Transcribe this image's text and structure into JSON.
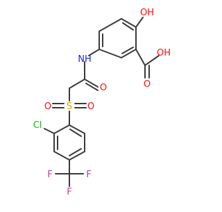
{
  "molecule": {
    "atom_labels": {
      "hydroxyl_top": "OH",
      "acid_oh": "OH",
      "acid_o": "O",
      "amide_nh": "NH",
      "amide_o": "O",
      "sulfonyl_s": "S",
      "sulfonyl_o_left": "O",
      "sulfonyl_o_right": "O",
      "chlorine": "Cl",
      "fluorine_left": "F",
      "fluorine_right": "F",
      "fluorine_bottom": "F"
    },
    "colors": {
      "bond": "#3a3a3a",
      "oxygen": "#ff0d0d",
      "nitrogen": "#1d1de0",
      "sulfur": "#c8a800",
      "chlorine": "#1fb01f",
      "fluorine": "#b8409a"
    }
  }
}
